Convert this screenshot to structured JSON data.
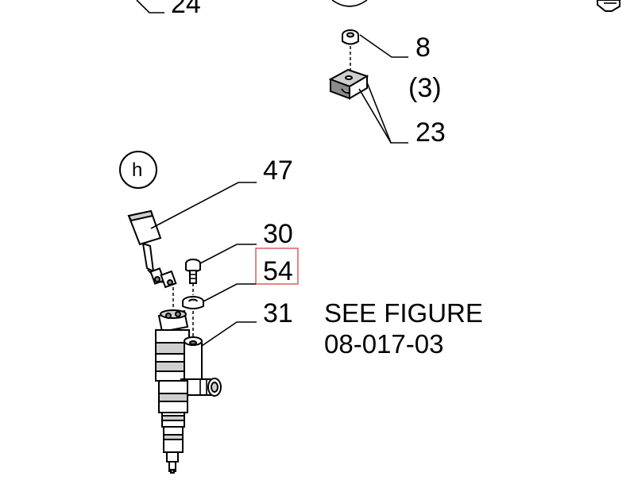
{
  "callouts": {
    "c24": "24",
    "c8": "8",
    "c3": "(3)",
    "c23": "23",
    "c47": "47",
    "c30": "30",
    "c54": "54",
    "c31": "31"
  },
  "view_marker": "h",
  "note": {
    "line1": "SEE FIGURE",
    "line2": "08-017-03"
  },
  "colors": {
    "highlight_box": "#d9534f"
  }
}
